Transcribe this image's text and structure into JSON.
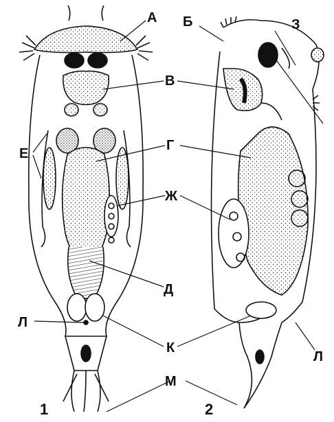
{
  "labels": {
    "A": "А",
    "B": "Б",
    "V": "В",
    "G": "Г",
    "D": "Д",
    "E": "Е",
    "Zh": "Ж",
    "Z": "З",
    "K": "К",
    "L_left": "Л",
    "L_right": "Л",
    "M": "М"
  },
  "figures": {
    "fig1": "1",
    "fig2": "2"
  },
  "colors": {
    "ink": "#111111",
    "paper": "#ffffff"
  }
}
